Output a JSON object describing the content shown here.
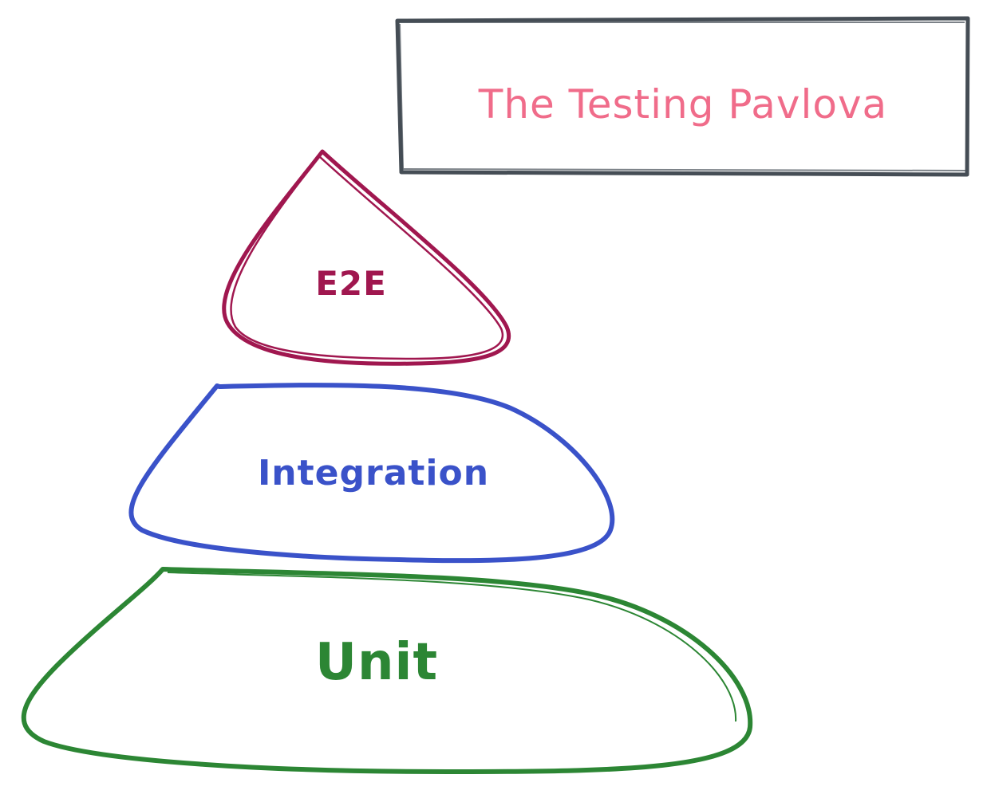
{
  "title": {
    "text": "The Testing Pavlova",
    "color": "#f06c8a",
    "border_color": "#454d55"
  },
  "layers": [
    {
      "id": "e2e",
      "label": "E2E",
      "color": "#a0174f"
    },
    {
      "id": "integration",
      "label": "Integration",
      "color": "#3a52c9"
    },
    {
      "id": "unit",
      "label": "Unit",
      "color": "#2c8634"
    }
  ]
}
